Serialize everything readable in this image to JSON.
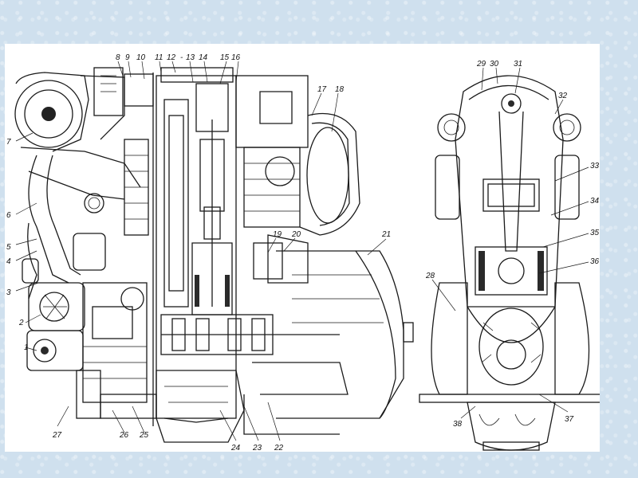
{
  "diagram": {
    "labels": [
      "1",
      "2",
      "3",
      "4",
      "5",
      "6",
      "7",
      "8",
      "9",
      "10",
      "11",
      "12",
      "-",
      "13",
      "14",
      "15",
      "16",
      "17",
      "18",
      "19",
      "20",
      "21",
      "22",
      "23",
      "24",
      "25",
      "26",
      "27",
      "28",
      "29",
      "30",
      "31",
      "32",
      "33",
      "34",
      "35",
      "36",
      "37",
      "38"
    ]
  },
  "colors": {
    "background": "#cfe0ee",
    "panel": "#ffffff",
    "ink": "#1a1a1a"
  }
}
